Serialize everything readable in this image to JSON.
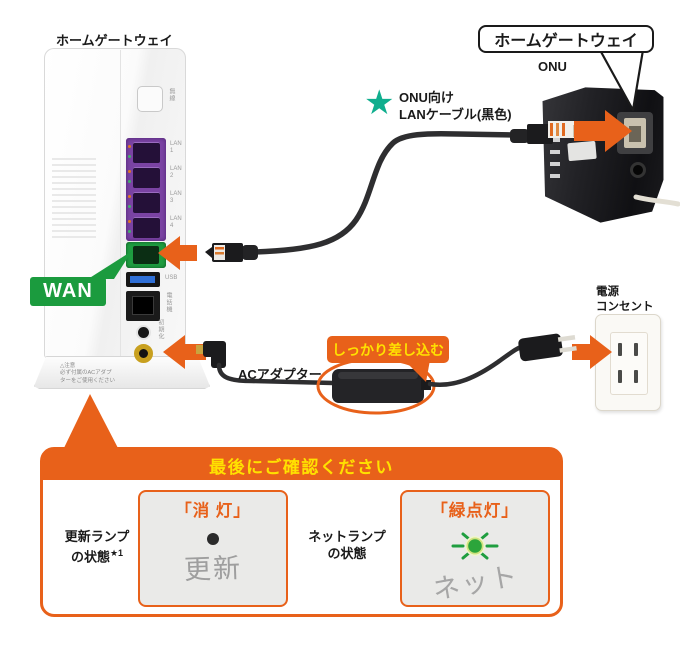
{
  "colors": {
    "orange": "#e8611a",
    "yellow": "#ffe100",
    "callout_green": "#1b9b3e",
    "star_teal": "#10ae8e",
    "lan_purple": "#7a43a3",
    "lamp_green": "#2ca53b"
  },
  "router": {
    "label": "ホームゲートウェイ",
    "wan_tag": "WAN",
    "wireless_label": "無線",
    "lan_ports": [
      {
        "word": "LAN",
        "num": "1"
      },
      {
        "word": "LAN",
        "num": "2"
      },
      {
        "word": "LAN",
        "num": "3"
      },
      {
        "word": "LAN",
        "num": "4"
      }
    ],
    "usb_label": "USB",
    "phone_label": "電話機",
    "reset_label": "初期化",
    "warning_lines": [
      "△注意",
      "必ず付属のACアダプ",
      "ターをご使用ください"
    ]
  },
  "onu": {
    "label": "ONU",
    "callout": "ホームゲートウェイ"
  },
  "cable_note": {
    "star": "★",
    "line1": "ONU向け",
    "line2": "LANケーブル(黒色)"
  },
  "power": {
    "adapter_label": "ACアダプター",
    "push_note": "しっかり差し込む",
    "outlet_line1": "電源",
    "outlet_line2": "コンセント"
  },
  "confirm_panel": {
    "title": "最後にご確認ください",
    "update_lamp": {
      "label_line1": "更新ランプ",
      "label_line2": "の状態",
      "label_sup": "★1",
      "status": "「消 灯」",
      "lamp_text": "更新"
    },
    "net_lamp": {
      "label_line1": "ネットランプ",
      "label_line2": "の状態",
      "status": "「緑点灯」",
      "lamp_text": "ネット"
    }
  }
}
